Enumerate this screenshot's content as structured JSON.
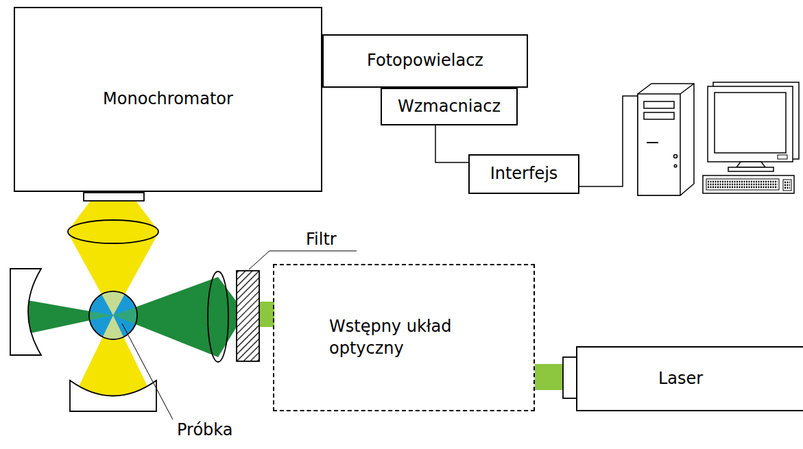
{
  "diagram": {
    "nodes": [
      {
        "text": [
          "Monochromator"
        ]
      },
      {
        "text": [
          "Fotopowielacz"
        ]
      },
      {
        "text": [
          "Wzmacniacz"
        ]
      },
      {
        "text": [
          "Interfejs"
        ]
      },
      {
        "text": [
          "Wstępny układ optyczny"
        ]
      },
      {
        "text": [
          "Laser"
        ]
      }
    ],
    "edges": [
      {
        "from": 2,
        "to": 3,
        "arrow": "none"
      },
      {
        "from": 5,
        "to": 4,
        "arrow": "none"
      }
    ],
    "labels": [
      "Filtr",
      "Próbka"
    ]
  }
}
